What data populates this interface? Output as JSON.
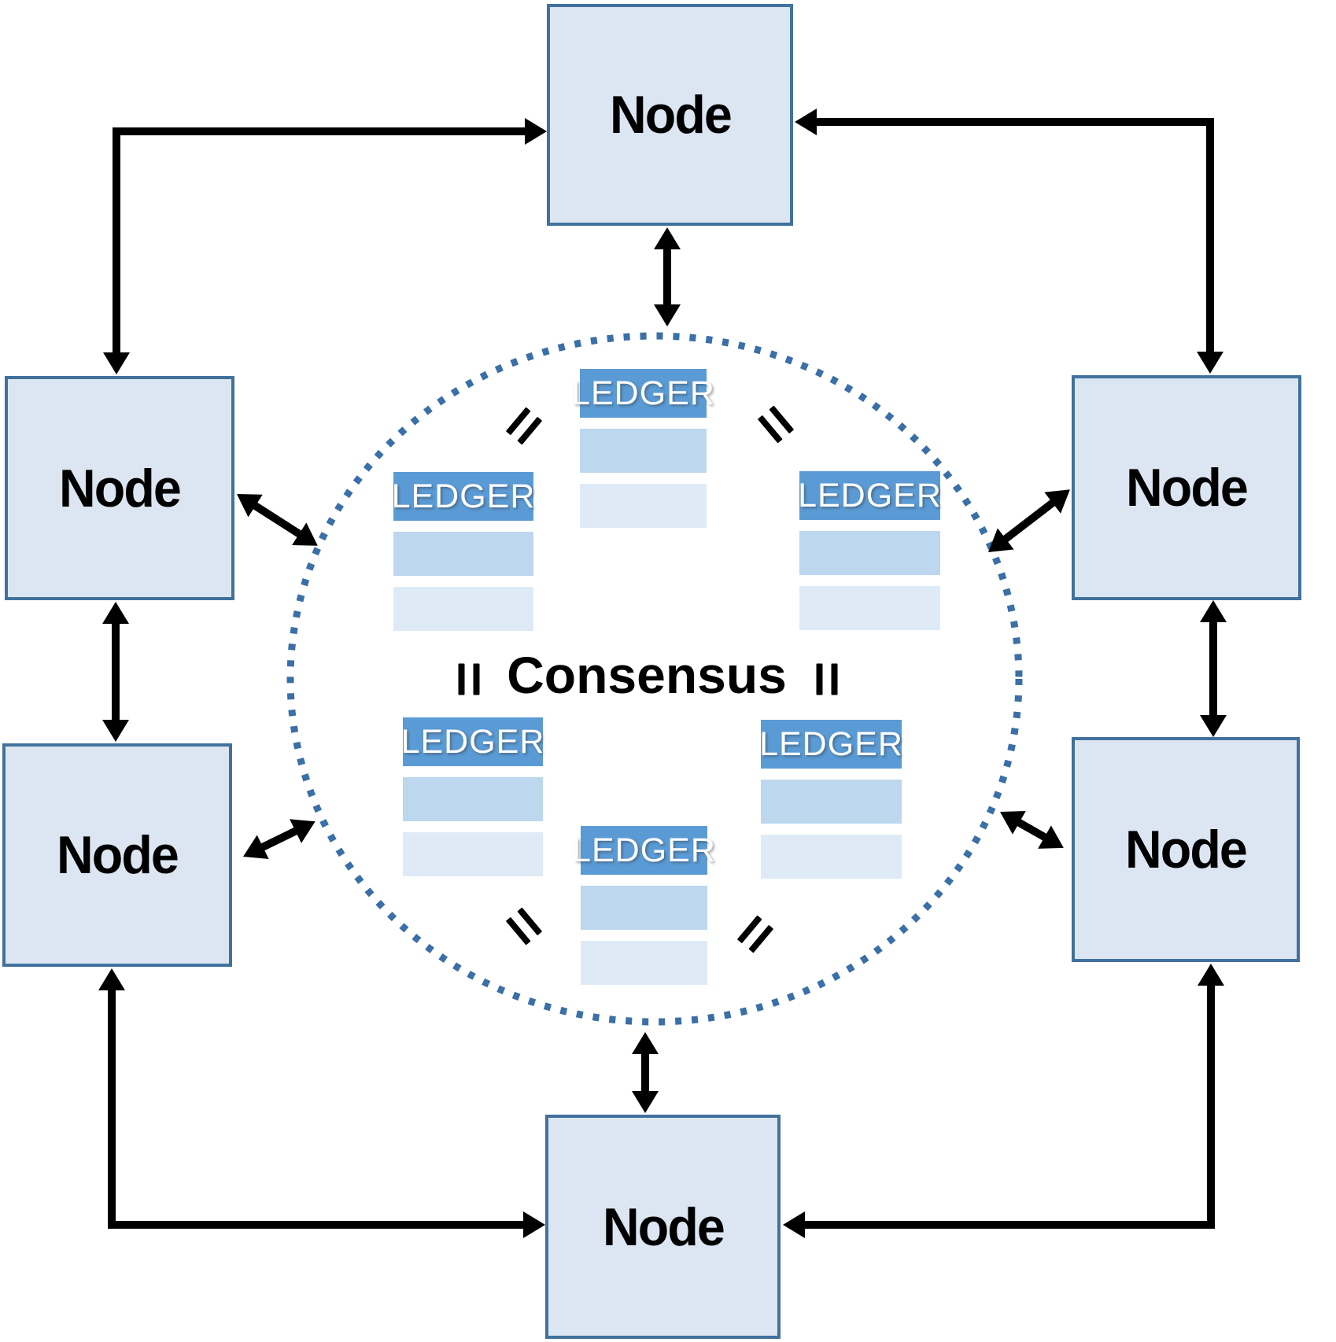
{
  "nodes": [
    {
      "id": "top",
      "label": "Node"
    },
    {
      "id": "upper-left",
      "label": "Node"
    },
    {
      "id": "lower-left",
      "label": "Node"
    },
    {
      "id": "upper-right",
      "label": "Node"
    },
    {
      "id": "lower-right",
      "label": "Node"
    },
    {
      "id": "bottom",
      "label": "Node"
    }
  ],
  "center": {
    "label": "Consensus"
  },
  "ledgers": [
    {
      "id": "top-center",
      "label": "LEDGER",
      "rows": 2
    },
    {
      "id": "upper-left",
      "label": "LEDGER",
      "rows": 2
    },
    {
      "id": "upper-right",
      "label": "LEDGER",
      "rows": 2
    },
    {
      "id": "lower-left",
      "label": "LEDGER",
      "rows": 2
    },
    {
      "id": "lower-right",
      "label": "LEDGER",
      "rows": 2
    },
    {
      "id": "bottom-center",
      "label": "LEDGER",
      "rows": 2
    }
  ],
  "equals_marks": {
    "glyph": "=",
    "count": 6
  },
  "colors": {
    "node_fill": "#dce6f2",
    "node_border": "#41719c",
    "ledger_header": "#5b9bd5",
    "ledger_row1": "#bdd7ee",
    "ledger_row2": "#deebf7",
    "circle_dots": "#3a6fa8",
    "arrows": "#000000",
    "background": "#ffffff"
  }
}
